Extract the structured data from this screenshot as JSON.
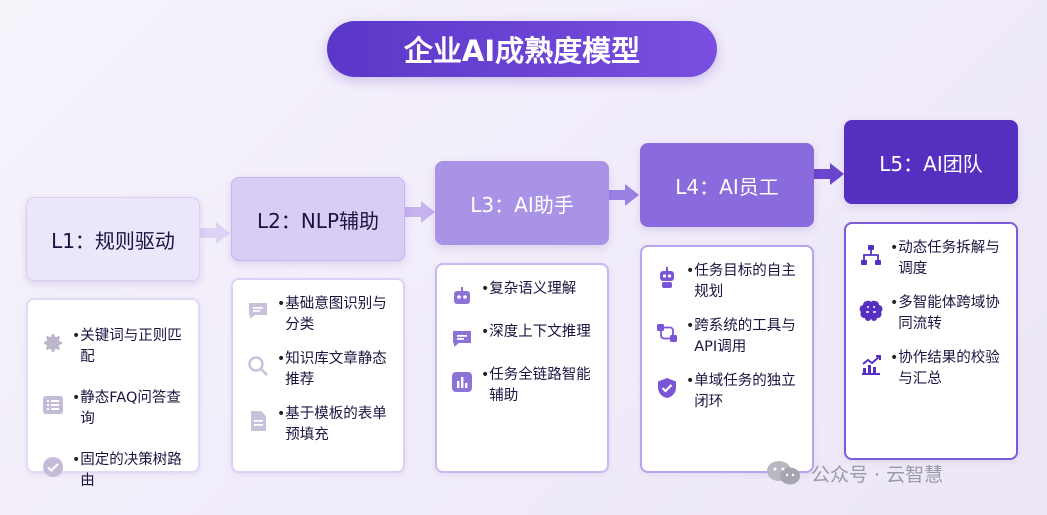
{
  "title": "企业AI成熟度模型",
  "levels": [
    {
      "label": "L1：规则驱动",
      "items": [
        {
          "icon": "gear-icon",
          "text": "关键词与正则匹配"
        },
        {
          "icon": "list-icon",
          "text": "静态FAQ问答查询"
        },
        {
          "icon": "check-circle-icon",
          "text": "固定的决策树路由"
        }
      ]
    },
    {
      "label": "L2：NLP辅助",
      "items": [
        {
          "icon": "chat-bubble-icon",
          "text": "基础意图识别与分类"
        },
        {
          "icon": "search-icon",
          "text": "知识库文章静态推荐"
        },
        {
          "icon": "document-icon",
          "text": "基于模板的表单预填充"
        }
      ]
    },
    {
      "label": "L3：AI助手",
      "items": [
        {
          "icon": "robot-icon",
          "text": "复杂语义理解"
        },
        {
          "icon": "chat-bubble-icon",
          "text": "深度上下文推理"
        },
        {
          "icon": "bar-chart-icon",
          "text": "任务全链路智能辅助"
        }
      ]
    },
    {
      "label": "L4：AI员工",
      "items": [
        {
          "icon": "robot-icon",
          "text": "任务目标的自主规划"
        },
        {
          "icon": "workflow-icon",
          "text": "跨系统的工具与API调用"
        },
        {
          "icon": "shield-check-icon",
          "text": "单域任务的独立闭环"
        }
      ]
    },
    {
      "label": "L5：AI团队",
      "items": [
        {
          "icon": "hierarchy-icon",
          "text": "动态任务拆解与调度"
        },
        {
          "icon": "brain-icon",
          "text": "多智能体跨域协同流转"
        },
        {
          "icon": "trend-chart-icon",
          "text": "协作结果的校验与汇总"
        }
      ]
    }
  ],
  "watermark": "公众号 · 云智慧",
  "colors": {
    "primary": "#5530c0",
    "accent": "#7a4fe0",
    "icon_gray": "#b9b3c8",
    "icon_purple": "#7a55d6"
  }
}
